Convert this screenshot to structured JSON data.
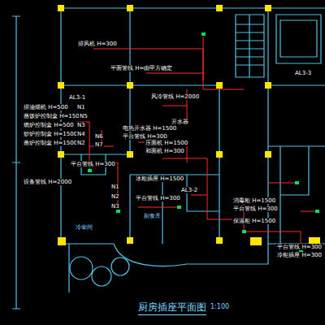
{
  "diagram": {
    "title": "厨房插座平面图",
    "labels": [
      "排风机 H=300",
      "平面管线 H=由甲方确定",
      "AL3-3",
      "风冷管线 H=2000",
      "开水器",
      "排油烟机 H=500",
      "N1",
      "蒸饭炉控制盒 H=1500",
      "N5",
      "燃炉控制盒 H=500",
      "N3",
      "炒炉控制盒 H=1500",
      "N4",
      "蒸炉控制盒 H=1500",
      "N2",
      "AL3-1",
      "N6",
      "N7",
      "电热开水器 H=1500",
      "平台管线 H=300",
      "平台管线 H=300",
      "设备管线 H=2000",
      "N1",
      "N2",
      "N3",
      "压面机 H=1500",
      "和面机 H=300",
      "冰柜插座 H=1500",
      "平台管线 H=300",
      "AL3-2",
      "消毒柜 H=1500",
      "平台管线 H=300",
      "保温柜 H=1500",
      "平台管线 H=300",
      "冷柜插座 H=300",
      "冷荤间",
      "副食库",
      "1:100"
    ]
  }
}
